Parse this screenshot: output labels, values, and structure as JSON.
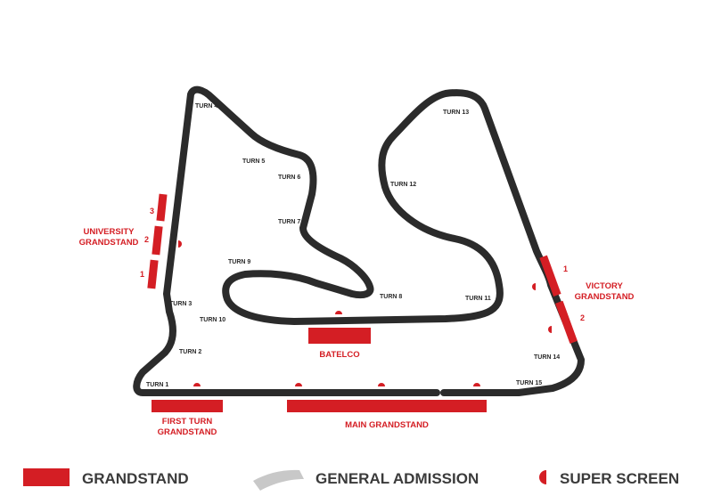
{
  "colors": {
    "track": "#2b2b2b",
    "grandstand": "#d41e24",
    "general_admission": "#c8c8c8",
    "super_screen": "#d41e24"
  },
  "turns": {
    "t1": "TURN 1",
    "t2": "TURN 2",
    "t3": "TURN 3",
    "t4": "TURN 4",
    "t5": "TURN 5",
    "t6": "TURN 6",
    "t7": "TURN 7",
    "t8": "TURN 8",
    "t9": "TURN 9",
    "t10": "TURN 10",
    "t11": "TURN 11",
    "t12": "TURN 12",
    "t13": "TURN 13",
    "t14": "TURN 14",
    "t15": "TURN 15"
  },
  "grandstands": {
    "university": {
      "line1": "UNIVERSITY",
      "line2": "GRANDSTAND",
      "sections": [
        "3",
        "2",
        "1"
      ]
    },
    "victory": {
      "line1": "VICTORY",
      "line2": "GRANDSTAND",
      "sections": [
        "1",
        "2"
      ]
    },
    "batelco": {
      "label": "BATELCO"
    },
    "first_turn": {
      "line1": "FIRST TURN",
      "line2": "GRANDSTAND"
    },
    "main": {
      "label": "MAIN GRANDSTAND"
    }
  },
  "legend": {
    "grandstand": "GRANDSTAND",
    "general_admission": "GENERAL ADMISSION",
    "super_screen": "SUPER SCREEN",
    "icons": [
      "grandstand-swatch",
      "general-admission-swatch",
      "super-screen-icon"
    ]
  }
}
